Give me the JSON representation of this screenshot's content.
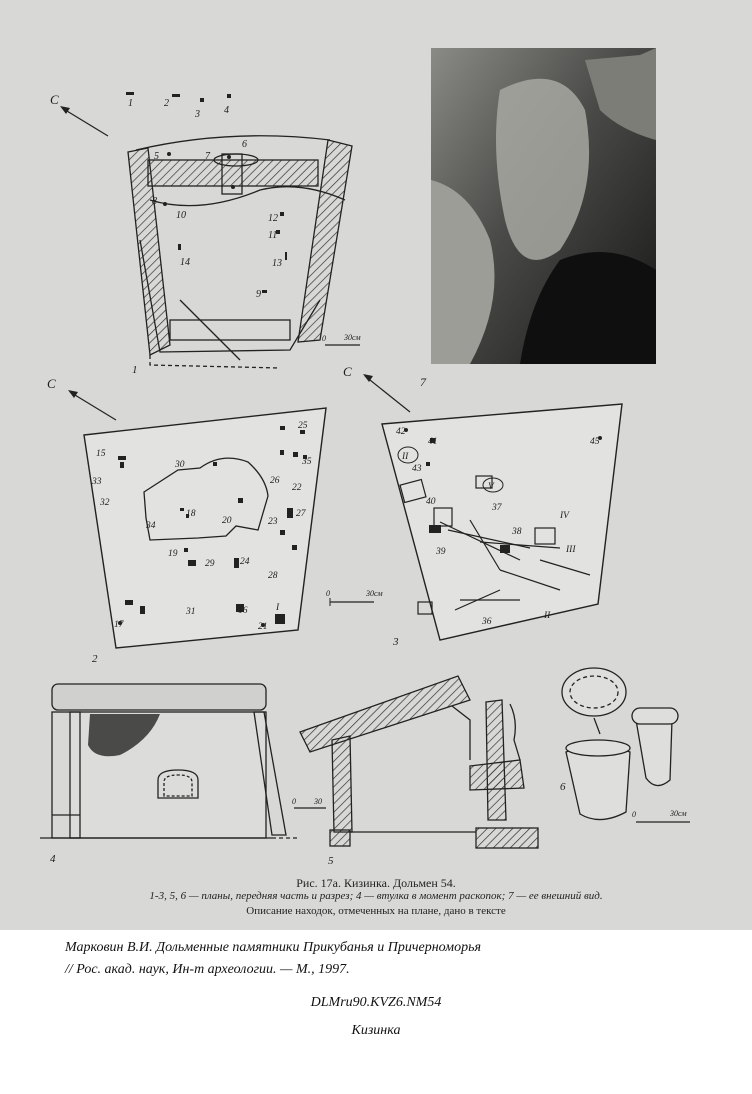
{
  "figure": {
    "north_marker": "С",
    "panel_numbers": [
      "1",
      "2",
      "3",
      "4",
      "5",
      "6",
      "7"
    ],
    "scale_label": "30см",
    "scale_zero": "0",
    "scale_30": "30",
    "plan1_finds": [
      "1",
      "2",
      "3",
      "4",
      "5",
      "6",
      "7",
      "8",
      "9",
      "10",
      "11",
      "12",
      "13",
      "14"
    ],
    "plan2_finds": [
      "15",
      "16",
      "17",
      "18",
      "19",
      "20",
      "21",
      "22",
      "23",
      "24",
      "25",
      "26",
      "27",
      "28",
      "29",
      "30",
      "31",
      "32",
      "33",
      "34",
      "35",
      "I"
    ],
    "plan3_finds": [
      "36",
      "37",
      "38",
      "39",
      "40",
      "41",
      "42",
      "43",
      "45",
      "II",
      "III",
      "IV",
      "V"
    ]
  },
  "caption": {
    "title": "Рис. 17а. Кизинка. Дольмен 54.",
    "line1": "1-3, 5, 6 — планы, передняя часть и разрез; 4 — втулка в момент раскопок; 7 — ее внешний вид.",
    "line2": "Описание находок, отмеченных на плане, дано в тексте"
  },
  "reference": {
    "line1": "Марковин В.И. Дольменные памятники Прикубанья и Причерноморья",
    "line2": "// Рос. акад. наук, Ин-т археологии. — М., 1997."
  },
  "code": "DLMru90.KVZ6.NM54",
  "place": "Кизинка"
}
